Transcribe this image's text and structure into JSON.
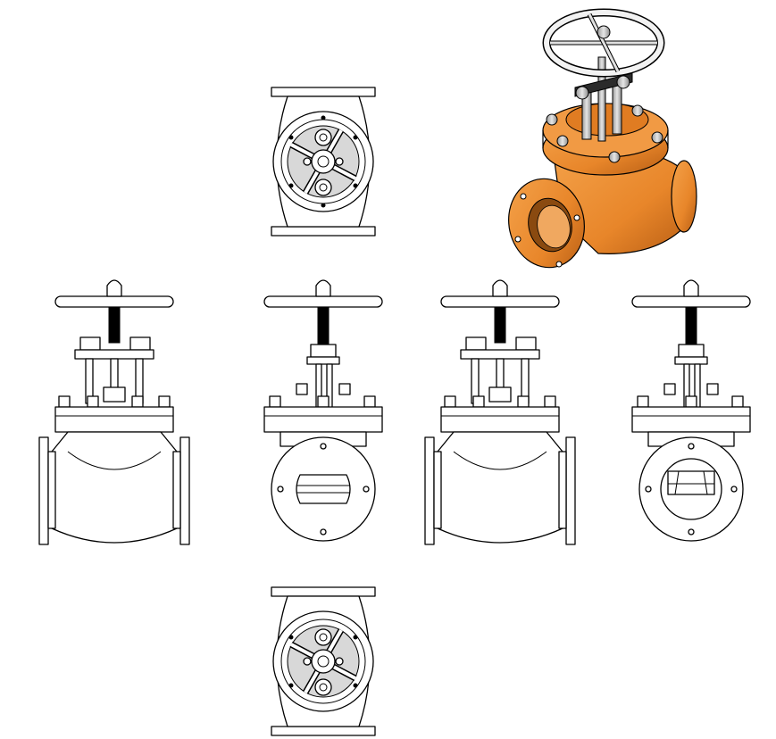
{
  "drawing": {
    "subject": "valve",
    "views": [
      "top",
      "front",
      "left",
      "back",
      "right",
      "bottom",
      "isometric"
    ],
    "colors": {
      "line": "#000000",
      "paper": "#ffffff",
      "body_shaded": "#e8862a",
      "body_dark": "#b85e14",
      "steel": "#c9c9c9"
    }
  }
}
